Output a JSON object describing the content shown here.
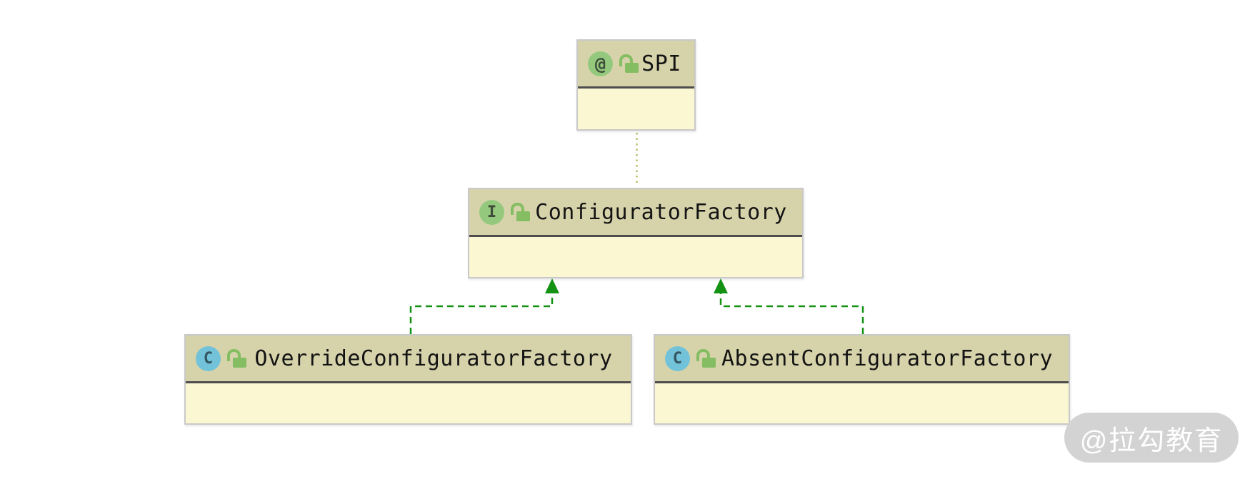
{
  "diagram": {
    "type": "uml-class-diagram",
    "nodes": {
      "spi": {
        "kind": "annotation",
        "badge": "@",
        "name": "SPI",
        "visibility": "public"
      },
      "configurator_factory": {
        "kind": "interface",
        "badge": "I",
        "name": "ConfiguratorFactory",
        "visibility": "public"
      },
      "override_configurator_factory": {
        "kind": "class",
        "badge": "C",
        "name": "OverrideConfiguratorFactory",
        "visibility": "public"
      },
      "absent_configurator_factory": {
        "kind": "class",
        "badge": "C",
        "name": "AbsentConfiguratorFactory",
        "visibility": "public"
      }
    },
    "edges": [
      {
        "from": "ConfiguratorFactory",
        "to": "SPI",
        "type": "annotated-by",
        "style": "dotted"
      },
      {
        "from": "OverrideConfiguratorFactory",
        "to": "ConfiguratorFactory",
        "type": "realization",
        "style": "dashed-hollow-arrow"
      },
      {
        "from": "AbsentConfiguratorFactory",
        "to": "ConfiguratorFactory",
        "type": "realization",
        "style": "dashed-hollow-arrow"
      }
    ],
    "colors": {
      "node_header_bg": "#d6d3ab",
      "node_body_bg": "#fcf7d3",
      "node_border": "#c9c9c9",
      "header_separator": "#4d4d4d",
      "name_text": "#141414",
      "annotation_badge_bg": "#94c97d",
      "interface_badge_bg": "#94c97d",
      "class_badge_bg": "#72c3d9",
      "lock_green": "#85bd63",
      "realization_edge": "#149214",
      "annotation_edge": "#bcbd69",
      "watermark_bg": "#d3d3d3",
      "watermark_text_color": "#ffffff"
    },
    "watermark": {
      "text": "@拉勾教育"
    }
  }
}
